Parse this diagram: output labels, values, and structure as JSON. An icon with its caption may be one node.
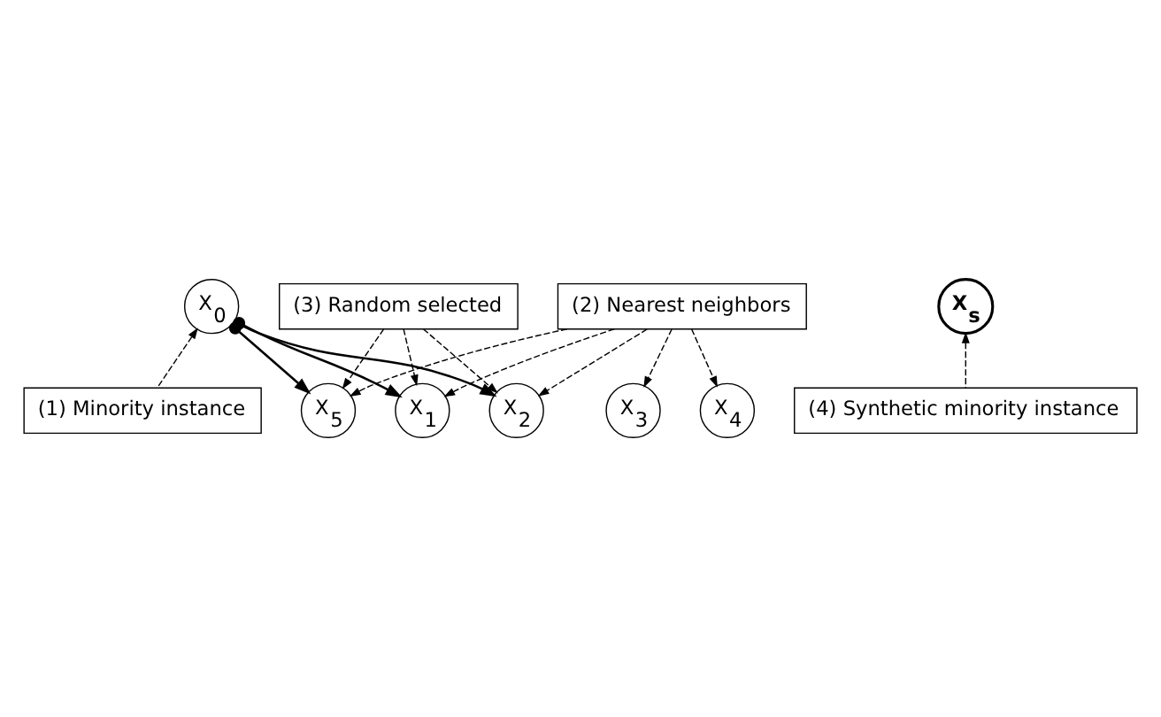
{
  "diagram": {
    "nodes": [
      {
        "text": [
          "(3) Random selected"
        ]
      },
      {
        "text": [
          "(2) Nearest neighbors"
        ]
      },
      {
        "text": [
          "X$_{1}$"
        ]
      },
      {
        "text": [
          "X$_{2}$"
        ]
      },
      {
        "text": [
          "X$_{s}$"
        ]
      },
      {
        "text": [
          "X$_{5}$"
        ]
      },
      {
        "text": [
          "X$_{0}$"
        ]
      },
      {
        "text": [
          "X$_{3}$"
        ]
      },
      {
        "text": [
          "X$_{4}$"
        ]
      },
      {
        "text": [
          "(1) Minority instance"
        ]
      },
      {
        "text": [
          "(4) Synthetic minority instance"
        ]
      }
    ],
    "edges": [
      {
        "from": 0,
        "to": 2,
        "arrow": "to",
        "style": "dashed"
      },
      {
        "from": 0,
        "to": 3,
        "arrow": "to",
        "style": "dashed"
      },
      {
        "from": 0,
        "to": 5,
        "arrow": "to",
        "style": "dashed"
      },
      {
        "from": 1,
        "to": 2,
        "arrow": "to",
        "style": "dashed"
      },
      {
        "from": 1,
        "to": 3,
        "arrow": "to",
        "style": "dashed"
      },
      {
        "from": 1,
        "to": 5,
        "arrow": "to",
        "style": "dashed"
      },
      {
        "from": 1,
        "to": 7,
        "arrow": "to",
        "style": "dashed"
      },
      {
        "from": 1,
        "to": 8,
        "arrow": "to",
        "style": "dashed"
      },
      {
        "from": 6,
        "to": 2,
        "arrow": "to"
      },
      {
        "from": 6,
        "to": 3,
        "arrow": "to"
      },
      {
        "from": 6,
        "to": 5,
        "arrow": "to"
      },
      {
        "from": 9,
        "to": 6,
        "arrow": "to",
        "style": "dashed"
      },
      {
        "from": 10,
        "to": 4,
        "arrow": "to",
        "style": "dashed"
      }
    ]
  }
}
